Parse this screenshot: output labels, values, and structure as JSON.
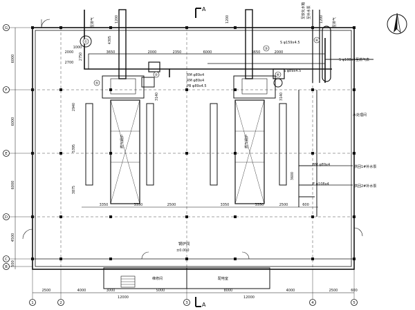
{
  "section_marks": {
    "top": "A",
    "bottom": "A"
  },
  "axes_left": [
    "G",
    "F",
    "E",
    "D",
    "C",
    "B"
  ],
  "axes_bottom": [
    "1",
    "2",
    "3",
    "4",
    "5"
  ],
  "dims_left": [
    "6000",
    "6000",
    "6000",
    "4500",
    "500"
  ],
  "dims_bottom_row1": [
    "2500",
    "4000",
    "3000",
    "5000",
    "8000",
    "4000",
    "2500",
    "600"
  ],
  "dims_bottom_row2": [
    "12000",
    "12000"
  ],
  "dims_top": [
    "2000",
    "3650",
    "2000",
    "2350",
    "6000",
    "3650",
    "2000",
    "1000",
    "2700"
  ],
  "dims_mid": [
    "3350",
    "3350",
    "2500",
    "3350",
    "3350",
    "2500",
    "600"
  ],
  "dims_side": [
    "2940",
    "5395",
    "3875",
    "3140",
    "3140",
    "4305",
    "1200",
    "2750",
    "3600",
    "1200",
    "1200"
  ],
  "room_labels": {
    "boiler": "锅炉间",
    "level": "±0.000",
    "maintenance": "维修间",
    "power": "配电室",
    "water_treatment": "水处理间",
    "gas_main": "至燃气表",
    "supply_water_1": "供回1#补水泵",
    "supply_water_2": "供回2#补水泵"
  },
  "pipe_labels": {
    "s1": "S φ108x4",
    "s2": "S φ159x4.5",
    "s3": "S φ89x4.5",
    "rm1": "RM φ89x4",
    "rm2": "RM φ89x4",
    "bm": "BM φ89x4",
    "pb": "PB φ89x4.5",
    "e": "E φ108x4"
  },
  "vertical_labels": {
    "exhaust_left": "至排气",
    "exhaust_right": "至排气",
    "pipe_top_1": "至软化水箱",
    "pipe_top_2": "至补水泵"
  },
  "boiler_tag": "燃气锅炉",
  "equipment_tags": [
    "①",
    "②",
    "③",
    "④",
    "⑤",
    "⑥"
  ],
  "north_label": ""
}
